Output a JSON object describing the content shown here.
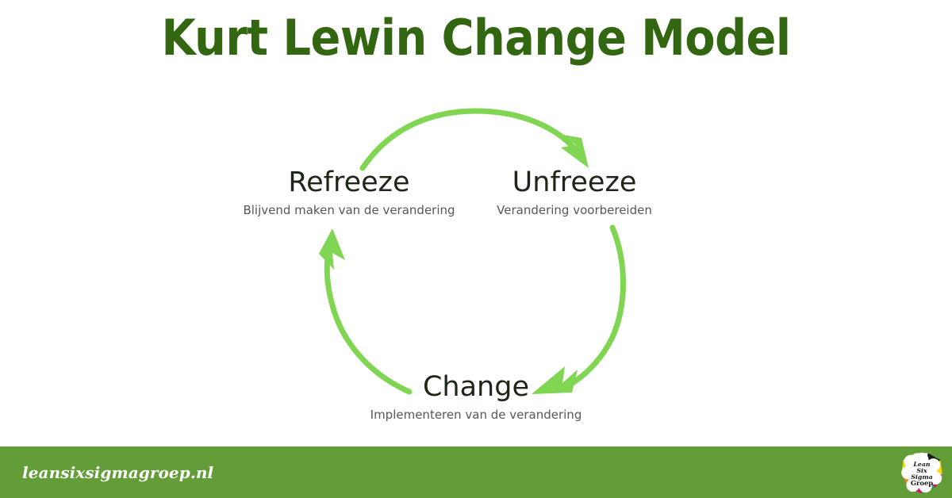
{
  "slide": {
    "title": "Kurt Lewin Change Model",
    "background_color": "#ffffff",
    "title_color": "#336611"
  },
  "diagram": {
    "type": "cycle",
    "arrow_color": "#80d652",
    "stages": [
      {
        "id": "refreeze",
        "title": "Refreeze",
        "subtitle": "Blijvend maken van de verandering",
        "position": "left"
      },
      {
        "id": "unfreeze",
        "title": "Unfreeze",
        "subtitle": "Verandering voorbereiden",
        "position": "right"
      },
      {
        "id": "change",
        "title": "Change",
        "subtitle": "Implementeren van de verandering",
        "position": "bottom"
      }
    ],
    "arrows": [
      {
        "id": "refreeze-to-unfreeze",
        "from": "Refreeze",
        "to": "Unfreeze",
        "direction": "top-arc-clockwise"
      },
      {
        "id": "unfreeze-to-change",
        "from": "Unfreeze",
        "to": "Change",
        "direction": "right-arc-clockwise"
      },
      {
        "id": "change-to-refreeze",
        "from": "Change",
        "to": "Refreeze",
        "direction": "left-arc-clockwise"
      }
    ]
  },
  "footer": {
    "url": "leansixsigmagroep.nl",
    "bar_color": "#639d37",
    "text_color": "#ffffff",
    "logo": {
      "name": "lean-six-sigma-groep-logo",
      "lines": [
        "Lean",
        "Six",
        "Sigma",
        "Groep"
      ],
      "petal_colors": [
        "#f5d800",
        "#f08a1e",
        "#e5007d",
        "#2f9e3f",
        "#1a1a1a",
        "#ffffff"
      ]
    }
  }
}
